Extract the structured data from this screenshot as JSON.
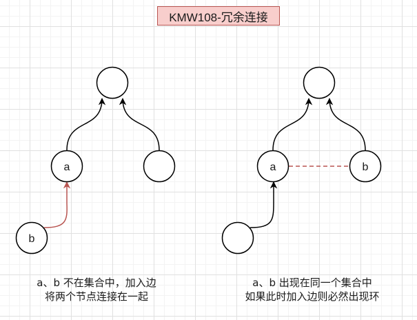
{
  "title": "KMW108-冗余连接",
  "colors": {
    "title_fill": "#f8cecc",
    "title_stroke": "#b85450",
    "edge_default": "#000000",
    "edge_highlight": "#b85450"
  },
  "panels": [
    {
      "id": "left",
      "nodes": [
        {
          "id": "root",
          "label": ""
        },
        {
          "id": "a",
          "label": "a"
        },
        {
          "id": "sibling",
          "label": ""
        },
        {
          "id": "b",
          "label": "b"
        }
      ],
      "edges": [
        {
          "from": "a",
          "to": "root",
          "style": "solid",
          "color": "#000000",
          "arrow": true
        },
        {
          "from": "sibling",
          "to": "root",
          "style": "solid",
          "color": "#000000",
          "arrow": true
        },
        {
          "from": "b",
          "to": "a",
          "style": "solid",
          "color": "#b85450",
          "arrow": true
        }
      ],
      "caption": [
        "a、b 不在集合中，加入边",
        "将两个节点连接在一起"
      ]
    },
    {
      "id": "right",
      "nodes": [
        {
          "id": "root",
          "label": ""
        },
        {
          "id": "a",
          "label": "a"
        },
        {
          "id": "b",
          "label": "b"
        },
        {
          "id": "child",
          "label": ""
        }
      ],
      "edges": [
        {
          "from": "a",
          "to": "root",
          "style": "solid",
          "color": "#000000",
          "arrow": true
        },
        {
          "from": "b",
          "to": "root",
          "style": "solid",
          "color": "#000000",
          "arrow": true
        },
        {
          "from": "child",
          "to": "a",
          "style": "solid",
          "color": "#000000",
          "arrow": true
        },
        {
          "from": "a",
          "to": "b",
          "style": "dashed",
          "color": "#b85450",
          "arrow": false
        }
      ],
      "caption": [
        "a、b 出现在同一个集合中",
        "如果此时加入边则必然出现环"
      ]
    }
  ]
}
